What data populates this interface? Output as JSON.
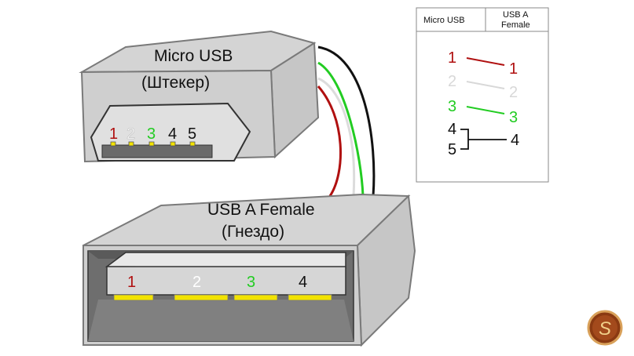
{
  "micro_usb": {
    "title": "Micro USB",
    "subtitle": "(Штекер)",
    "pins": [
      "1",
      "2",
      "3",
      "4",
      "5"
    ]
  },
  "usb_a": {
    "title": "USB A Female",
    "subtitle": "(Гнездо)",
    "pins": [
      "1",
      "2",
      "3",
      "4"
    ]
  },
  "legend": {
    "col_left": "Micro USB",
    "col_right_line1": "USB A",
    "col_right_line2": "Female",
    "rows": [
      {
        "from": "1",
        "to": "1",
        "color": "#b01010"
      },
      {
        "from": "2",
        "to": "2",
        "color": "#d8d8d8"
      },
      {
        "from": "3",
        "to": "3",
        "color": "#22cc22"
      }
    ],
    "merged": {
      "from_a": "4",
      "from_b": "5",
      "to": "4",
      "color": "#111111"
    }
  },
  "colors": {
    "red": "#b01010",
    "white": "#d8d8d8",
    "green": "#22cc22",
    "black": "#111111",
    "pin_gold": "#f2e300",
    "body_gray": "#cfcfcf"
  },
  "watermark": {
    "letter": "S",
    "icon": "logo-badge-icon"
  }
}
